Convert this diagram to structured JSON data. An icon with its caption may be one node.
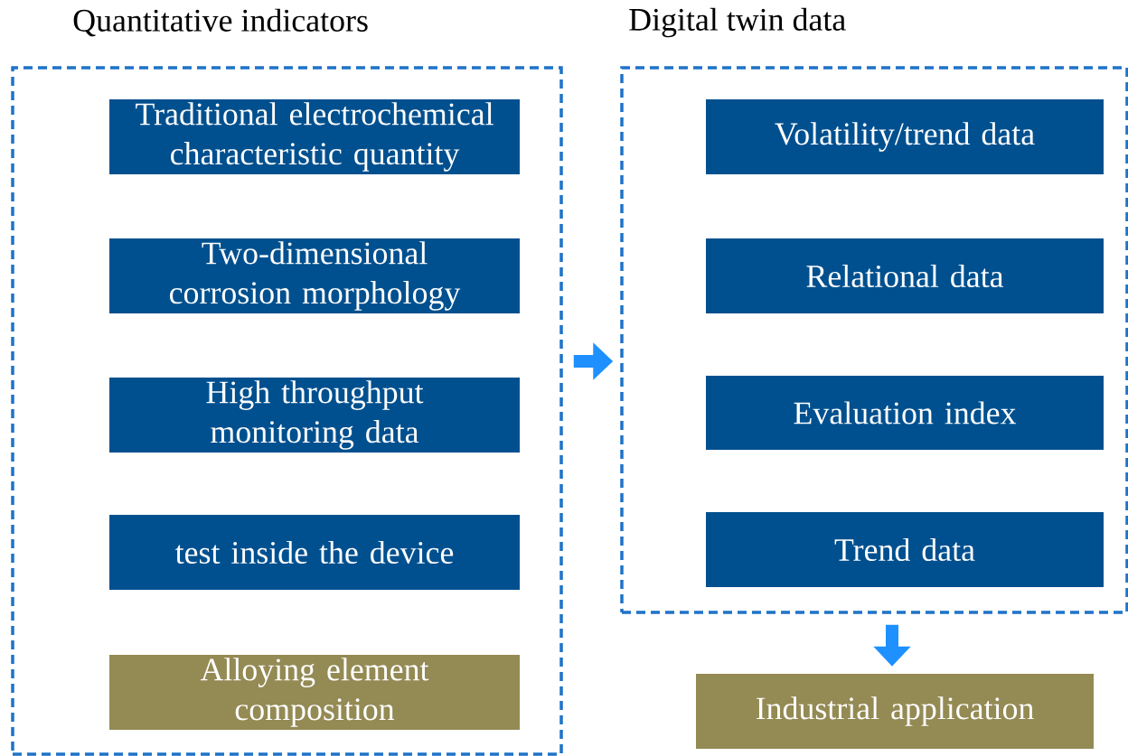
{
  "diagram": {
    "nodes": [
      {
        "text": [
          "Quantitative indicators"
        ]
      },
      {
        "text": [
          "Traditional electrochemical characteristic quantity"
        ],
        "in": 0
      },
      {
        "text": [
          "Two-dimensional corrosion morphology"
        ],
        "in": 0
      },
      {
        "text": [
          "High throughput monitoring data"
        ],
        "in": 0
      },
      {
        "text": [
          "test inside the device"
        ],
        "in": 0
      },
      {
        "text": [
          "Alloying element composition"
        ],
        "in": 0
      },
      {
        "text": [
          "Digital twin data"
        ]
      },
      {
        "text": [
          "Volatility/trend data"
        ],
        "in": 6
      },
      {
        "text": [
          "Relational data"
        ],
        "in": 6
      },
      {
        "text": [
          "Evaluation index"
        ],
        "in": 6
      },
      {
        "text": [
          "Trend data"
        ],
        "in": 6
      },
      {
        "text": [
          "Industrial application"
        ]
      }
    ],
    "edges": [
      {
        "from": 0,
        "to": 6,
        "arrow": "to"
      },
      {
        "from": 6,
        "to": 11,
        "arrow": "to"
      }
    ]
  }
}
